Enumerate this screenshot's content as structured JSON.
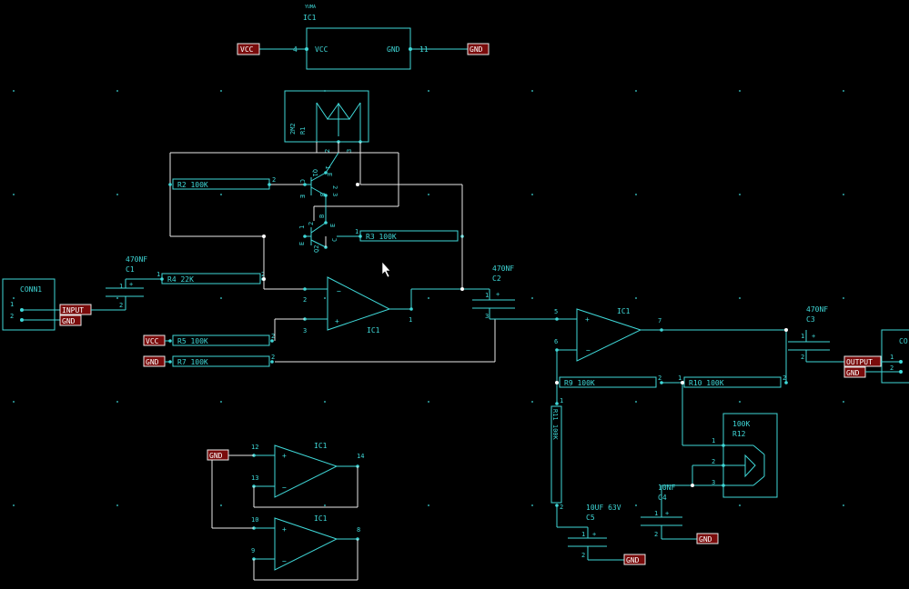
{
  "colors": {
    "background": "#000000",
    "wire": "#3fd8d8",
    "net_wire": "#e8e8e8",
    "tag_fill": "#7a0b0b",
    "tag_text": "#ffffff"
  },
  "ic_top": {
    "tiny": "YUMA",
    "name": "IC1",
    "vcc_pin": "4",
    "vcc_label": "VCC",
    "gnd_label": "GND",
    "gnd_pin": "11"
  },
  "tags": {
    "vcc_top": "VCC",
    "gnd_top": "GND",
    "input": "INPUT",
    "gnd_conn1": "GND",
    "vcc_r5": "VCC",
    "gnd_r7": "GND",
    "output": "OUTPUT",
    "gnd_out": "GND",
    "gnd_c4": "GND",
    "gnd_c5": "GND",
    "gnd_spare": "GND"
  },
  "conn1": {
    "name": "CONN1",
    "pin1": "1",
    "pin2": "2"
  },
  "conn2": {
    "name": "CO",
    "pin1": "1",
    "pin2": "2"
  },
  "r1": {
    "label1": "2M2",
    "label2": "R1",
    "pin2": "2",
    "pin3": "3"
  },
  "q1": {
    "name": "Q1",
    "c": "C",
    "b": "B",
    "e": "E",
    "n1": "1",
    "n2": "2",
    "n3": "3"
  },
  "q2": {
    "name": "Q2",
    "c": "C",
    "b": "B",
    "e": "E",
    "n1": "1",
    "n2": "2",
    "n3": "3"
  },
  "r2": {
    "text": "R2  100K",
    "pin": "2"
  },
  "r3": {
    "text": "R3  100K",
    "pin": "1"
  },
  "r4": {
    "text": "R4  22K",
    "pin1": "1",
    "pin2": "2"
  },
  "r5": {
    "text": "R5  100K",
    "pin": "2"
  },
  "r7": {
    "text": "R7  100K",
    "pin": "2"
  },
  "r9": {
    "text": "R9  100K",
    "pin": "2"
  },
  "r10": {
    "text": "R10 100K",
    "pin1": "1",
    "pin2": "2"
  },
  "r11": {
    "text": "R11 100K",
    "pin1": "1",
    "pin2": "2"
  },
  "r12": {
    "value": "100K",
    "name": "R12",
    "p1": "1",
    "p2": "2",
    "p3": "3"
  },
  "c1": {
    "value": "470NF",
    "name": "C1",
    "p1": "1",
    "p2": "2",
    "plus": "+"
  },
  "c2": {
    "value": "470NF",
    "name": "C2",
    "p1": "1",
    "p3": "3",
    "plus": "+"
  },
  "c3": {
    "value": "470NF",
    "name": "C3",
    "p1": "1",
    "p2": "2",
    "plus": "+"
  },
  "c4": {
    "value": "10NF",
    "name": "C4",
    "p1": "1",
    "p2": "2",
    "plus": "+"
  },
  "c5": {
    "value": "10UF 63V",
    "name": "C5",
    "p1": "1",
    "p2": "2",
    "plus": "+"
  },
  "opamp_a": {
    "name": "IC1",
    "minus_pin": "2",
    "plus_pin": "3",
    "out_pin": "1"
  },
  "opamp_b": {
    "name": "IC1",
    "plus_pin": "5",
    "minus_pin": "6",
    "out_pin": "7"
  },
  "opamp_c": {
    "name": "IC1",
    "plus_pin": "12",
    "minus_pin": "13",
    "out_pin": "14"
  },
  "opamp_d": {
    "name": "IC1",
    "plus_pin": "10",
    "minus_pin": "9",
    "out_pin": "8"
  },
  "symbols": {
    "plus": "+",
    "minus": "−"
  }
}
